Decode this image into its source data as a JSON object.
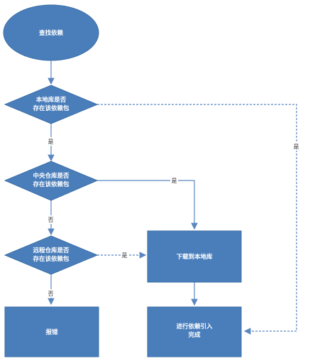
{
  "nodes": {
    "start": {
      "line1": "查找依赖"
    },
    "local_check": {
      "line1": "本地库是否",
      "line2": "存在该依赖包"
    },
    "central_check": {
      "line1": "中央仓库是否",
      "line2": "存在该依赖包"
    },
    "remote_check": {
      "line1": "远程仓库是否",
      "line2": "存在该依赖包"
    },
    "download": {
      "line1": "下载到本地库"
    },
    "error": {
      "line1": "报错"
    },
    "import": {
      "line1": "进行依赖引入",
      "line2": "完成"
    }
  },
  "edges": {
    "local_no": "是",
    "local_yes": "是",
    "central_yes": "是",
    "central_no": "否",
    "remote_yes": "是",
    "remote_no": "否"
  },
  "colors": {
    "node_fill": "#4a7ebb",
    "edge": "#5b87c0",
    "label_text": "#333333"
  }
}
